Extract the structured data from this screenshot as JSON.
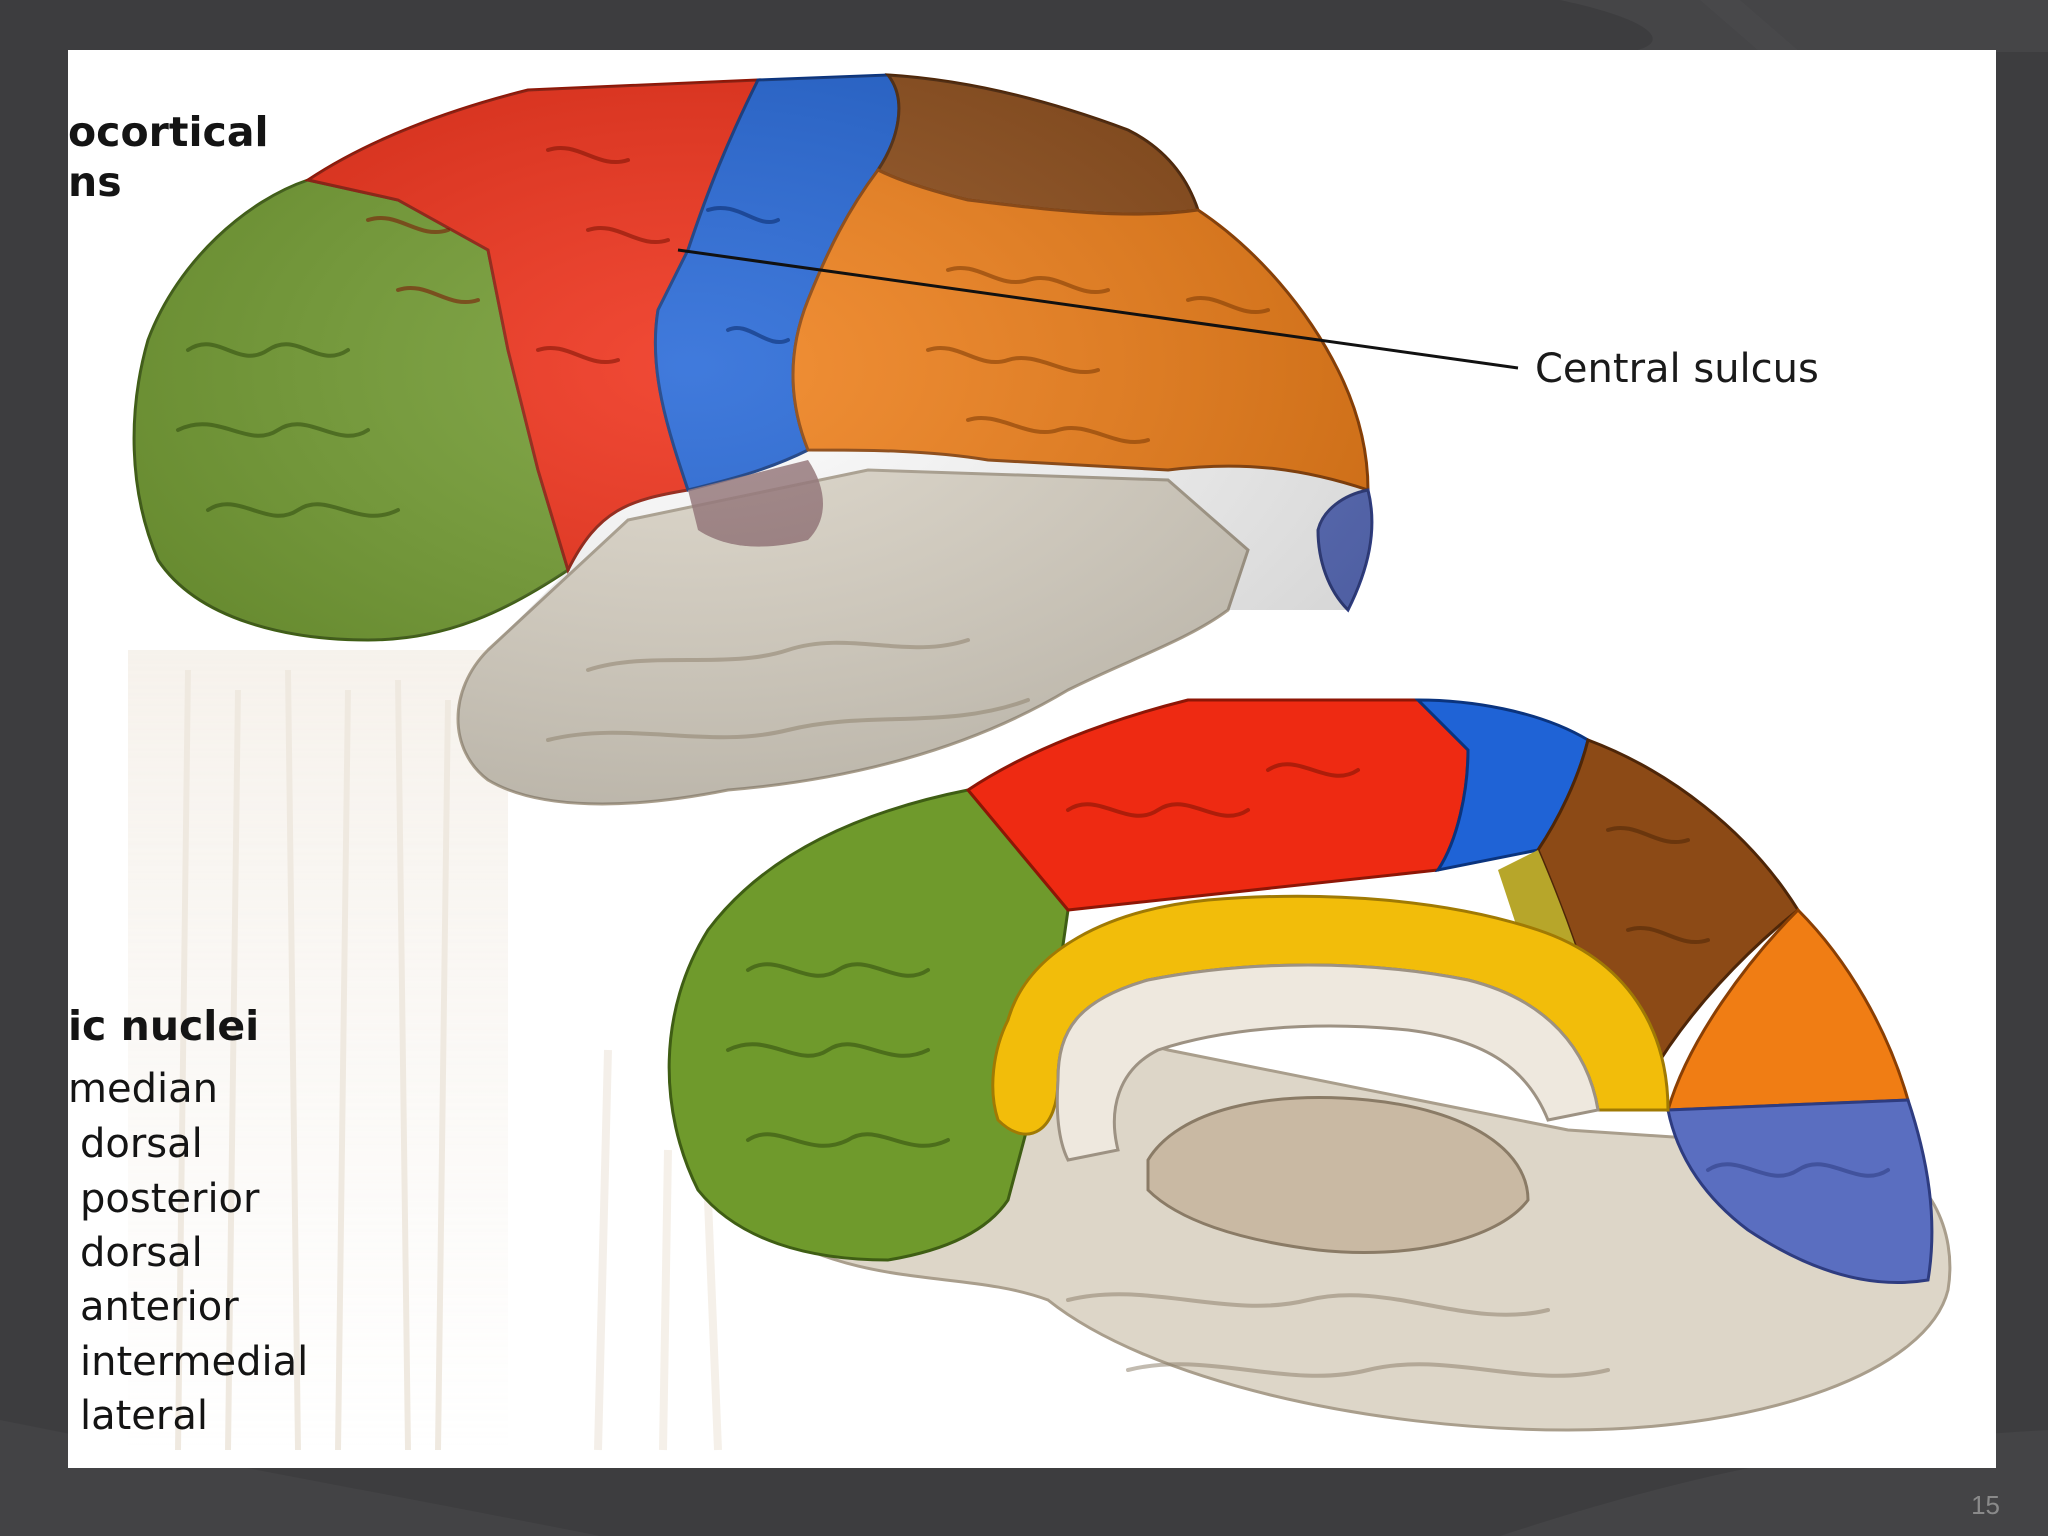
{
  "figure": {
    "heading_top": [
      "ocortical",
      "ns"
    ],
    "central_sulcus_label": "Central sulcus",
    "heading_nuclei": "ic nuclei",
    "legend_items": [
      "median",
      "dorsal",
      "posterior",
      "dorsal",
      "anterior",
      "intermedial",
      "lateral"
    ]
  },
  "region_colors": {
    "prefrontal": "#6f9a2c",
    "motor": "#ee2a12",
    "somatosensory": "#1f63d6",
    "parietal": "#f07d14",
    "posterior_parietal": "#8c4a16",
    "occipital": "#5a6ec0",
    "temporal": "#ddd8cc",
    "cingulate": "#f2bd0a"
  },
  "slide": {
    "page_number": "15"
  }
}
